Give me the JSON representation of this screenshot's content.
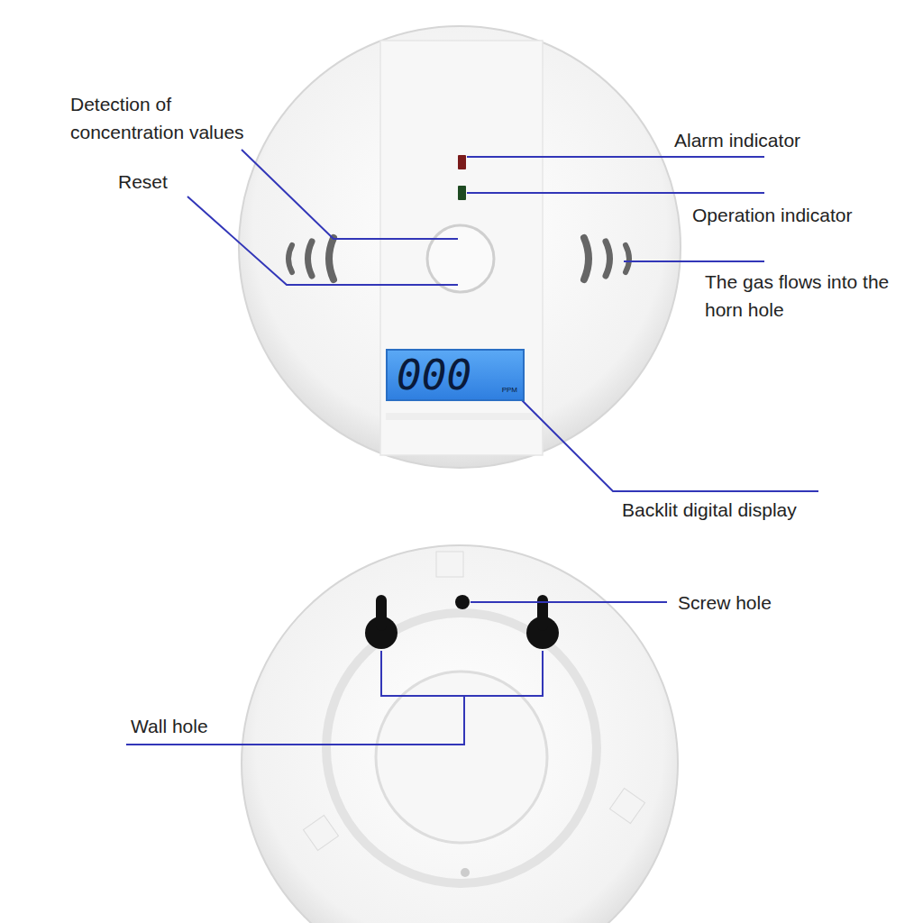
{
  "diagram": {
    "nodes": [
      {
        "text": [
          "000",
          "PPM"
        ]
      }
    ],
    "labels": [
      "Detection of concentration values",
      "Reset",
      "Alarm indicator",
      "Operation indicator",
      "The gas flows into the horn hole",
      "Backlit digital display",
      "Screw hole",
      "Wall hole"
    ]
  }
}
